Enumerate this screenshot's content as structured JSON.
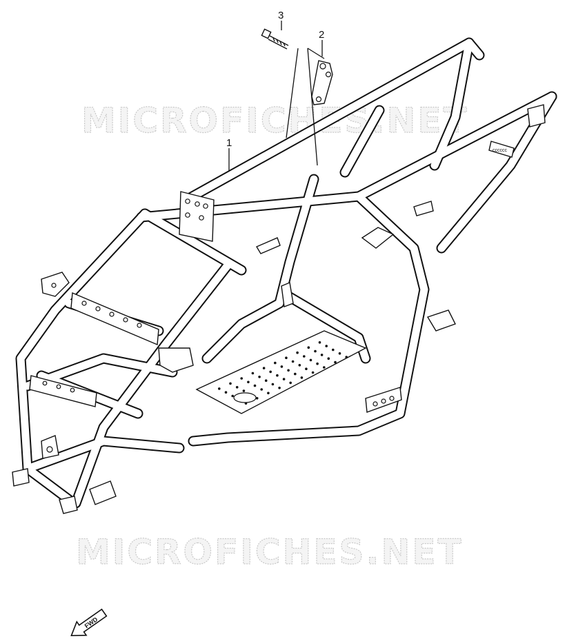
{
  "watermark": {
    "text": "MICROFICHES.NET",
    "color": "#c9c9c9"
  },
  "callouts": [
    {
      "label": "1"
    },
    {
      "label": "2"
    },
    {
      "label": "3"
    }
  ],
  "fwd_arrow": {
    "label": "FWD"
  },
  "plate_code": "cccccc"
}
